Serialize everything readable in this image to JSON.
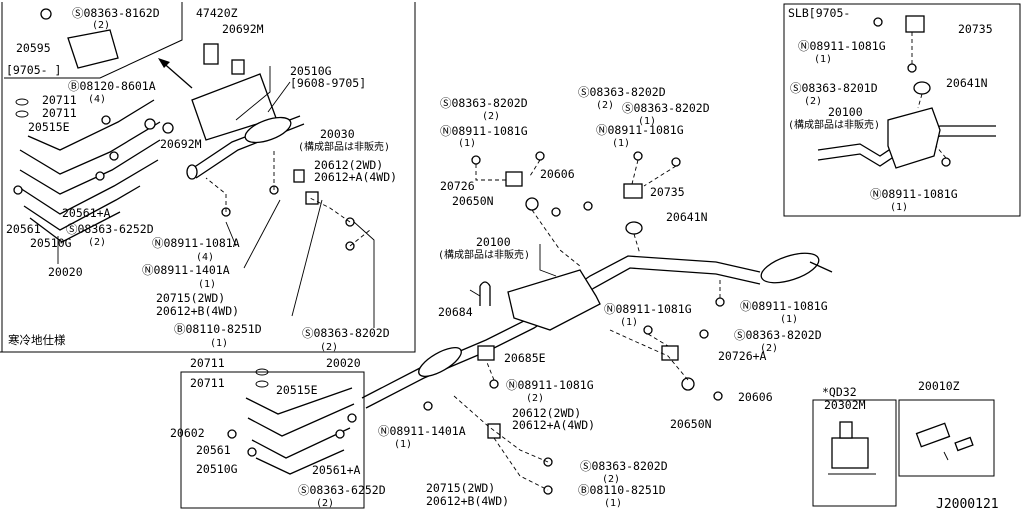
{
  "panels": {
    "variant_range": "[9705-    ]",
    "cold_region_note": "寒冷地仕様",
    "slb_header": "SLB[9705-",
    "qd32_header": "*QD32",
    "diagram_code": "J2000121"
  },
  "callouts": [
    {
      "id": "c1",
      "text": "Ⓢ08363-8162D"
    },
    {
      "id": "c2",
      "text": "(2)"
    },
    {
      "id": "c3",
      "text": "47420Z"
    },
    {
      "id": "c4",
      "text": "20692M"
    },
    {
      "id": "c5",
      "text": "20595"
    },
    {
      "id": "c6",
      "text": "Ⓑ08120-8601A"
    },
    {
      "id": "c7",
      "text": "(4)"
    },
    {
      "id": "c8",
      "text": "20510G"
    },
    {
      "id": "c9",
      "text": "[9608-9705]"
    },
    {
      "id": "c10",
      "text": "20711"
    },
    {
      "id": "c11",
      "text": "20711"
    },
    {
      "id": "c12",
      "text": "20515E"
    },
    {
      "id": "c13",
      "text": "20692M"
    },
    {
      "id": "c14",
      "text": "20030"
    },
    {
      "id": "c15",
      "text": "(構成部品は非販売)"
    },
    {
      "id": "c16",
      "text": "20612(2WD)"
    },
    {
      "id": "c17",
      "text": "20612+A(4WD)"
    },
    {
      "id": "c18",
      "text": "20561+A"
    },
    {
      "id": "c19",
      "text": "20561"
    },
    {
      "id": "c20",
      "text": "Ⓢ08363-6252D"
    },
    {
      "id": "c21",
      "text": "20510G"
    },
    {
      "id": "c22",
      "text": "(2)"
    },
    {
      "id": "c23",
      "text": "Ⓝ08911-1081A"
    },
    {
      "id": "c24",
      "text": "(4)"
    },
    {
      "id": "c25",
      "text": "20020"
    },
    {
      "id": "c26",
      "text": "Ⓝ08911-1401A"
    },
    {
      "id": "c27",
      "text": "(1)"
    },
    {
      "id": "c28",
      "text": "20715(2WD)"
    },
    {
      "id": "c29",
      "text": "20612+B(4WD)"
    },
    {
      "id": "c30",
      "text": "Ⓑ08110-8251D"
    },
    {
      "id": "c31",
      "text": "(1)"
    },
    {
      "id": "c32",
      "text": "Ⓢ08363-8202D"
    },
    {
      "id": "c33",
      "text": "(2)"
    },
    {
      "id": "c34",
      "text": "Ⓢ08363-8202D"
    },
    {
      "id": "c35",
      "text": "(2)"
    },
    {
      "id": "c36",
      "text": "Ⓝ08911-1081G"
    },
    {
      "id": "c37",
      "text": "(1)"
    },
    {
      "id": "c38",
      "text": "Ⓢ08363-8202D"
    },
    {
      "id": "c39",
      "text": "(2)"
    },
    {
      "id": "c40",
      "text": "Ⓢ08363-8202D"
    },
    {
      "id": "c41",
      "text": "(1)"
    },
    {
      "id": "c42",
      "text": "Ⓝ08911-1081G"
    },
    {
      "id": "c43",
      "text": "(1)"
    },
    {
      "id": "c44",
      "text": "20726"
    },
    {
      "id": "c45",
      "text": "20606"
    },
    {
      "id": "c46",
      "text": "20735"
    },
    {
      "id": "c47",
      "text": "20650N"
    },
    {
      "id": "c48",
      "text": "20641N"
    },
    {
      "id": "c49",
      "text": "20100"
    },
    {
      "id": "c50",
      "text": "(構成部品は非販売)"
    },
    {
      "id": "c51",
      "text": "20684"
    },
    {
      "id": "c52",
      "text": "Ⓝ08911-1081G"
    },
    {
      "id": "c53",
      "text": "(1)"
    },
    {
      "id": "c54",
      "text": "Ⓝ08911-1081G"
    },
    {
      "id": "c55",
      "text": "(1)"
    },
    {
      "id": "c56",
      "text": "Ⓢ08363-8202D"
    },
    {
      "id": "c57",
      "text": "(2)"
    },
    {
      "id": "c58",
      "text": "20685E"
    },
    {
      "id": "c59",
      "text": "20726+A"
    },
    {
      "id": "c60",
      "text": "Ⓝ08911-1081G"
    },
    {
      "id": "c61",
      "text": "(2)"
    },
    {
      "id": "c62",
      "text": "20606"
    },
    {
      "id": "c63",
      "text": "20650N"
    },
    {
      "id": "c64",
      "text": "20711"
    },
    {
      "id": "c65",
      "text": "20020"
    },
    {
      "id": "c66",
      "text": "20711"
    },
    {
      "id": "c67",
      "text": "20515E"
    },
    {
      "id": "c68",
      "text": "20602"
    },
    {
      "id": "c69",
      "text": "20612(2WD)"
    },
    {
      "id": "c70",
      "text": "20612+A(4WD)"
    },
    {
      "id": "c71",
      "text": "Ⓝ08911-1401A"
    },
    {
      "id": "c72",
      "text": "(1)"
    },
    {
      "id": "c73",
      "text": "20561"
    },
    {
      "id": "c74",
      "text": "20510G"
    },
    {
      "id": "c75",
      "text": "20561+A"
    },
    {
      "id": "c76",
      "text": "Ⓢ08363-6252D"
    },
    {
      "id": "c77",
      "text": "(2)"
    },
    {
      "id": "c78",
      "text": "20715(2WD)"
    },
    {
      "id": "c79",
      "text": "20612+B(4WD)"
    },
    {
      "id": "c80",
      "text": "Ⓢ08363-8202D"
    },
    {
      "id": "c81",
      "text": "(2)"
    },
    {
      "id": "c82",
      "text": "Ⓑ08110-8251D"
    },
    {
      "id": "c83",
      "text": "(1)"
    },
    {
      "id": "c84",
      "text": "20735"
    },
    {
      "id": "c85",
      "text": "Ⓝ08911-1081G"
    },
    {
      "id": "c86",
      "text": "(1)"
    },
    {
      "id": "c87",
      "text": "Ⓢ08363-8201D"
    },
    {
      "id": "c88",
      "text": "(2)"
    },
    {
      "id": "c89",
      "text": "20641N"
    },
    {
      "id": "c90",
      "text": "20100"
    },
    {
      "id": "c91",
      "text": "(構成部品は非販売)"
    },
    {
      "id": "c92",
      "text": "Ⓝ08911-1081G"
    },
    {
      "id": "c93",
      "text": "(1)"
    },
    {
      "id": "c94",
      "text": "20302M"
    },
    {
      "id": "c95",
      "text": "20010Z"
    }
  ]
}
